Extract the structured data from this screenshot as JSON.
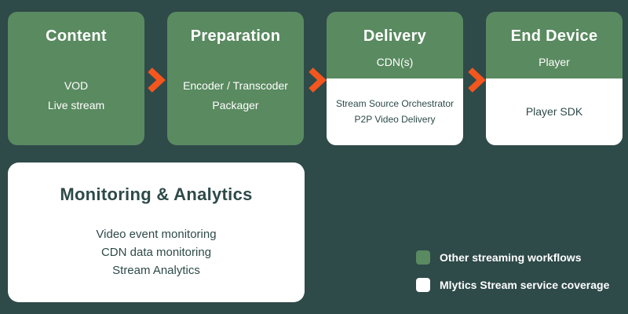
{
  "colors": {
    "background": "#2E4A49",
    "box_green": "#5A8A60",
    "box_white": "#FFFFFF",
    "arrow_orange": "#F4561E",
    "dark_text": "#2E4A49"
  },
  "flow": [
    {
      "title": "Content",
      "items": [
        "VOD",
        "Live stream"
      ]
    },
    {
      "title": "Preparation",
      "items": [
        "Encoder / Transcoder",
        "Packager"
      ]
    },
    {
      "title": "Delivery",
      "subtitle": "CDN(s)",
      "white_items": [
        "Stream Source Orchestrator",
        "P2P Video Delivery"
      ]
    },
    {
      "title": "End Device",
      "subtitle": "Player",
      "white_items": [
        "Player SDK"
      ]
    }
  ],
  "monitoring": {
    "title": "Monitoring & Analytics",
    "items": [
      "Video event monitoring",
      "CDN data monitoring",
      "Stream Analytics"
    ]
  },
  "legend": [
    {
      "label": "Other streaming workflows",
      "swatch_color": "#5A8A60"
    },
    {
      "label": "Mlytics Stream service coverage",
      "swatch_color": "#FFFFFF"
    }
  ]
}
